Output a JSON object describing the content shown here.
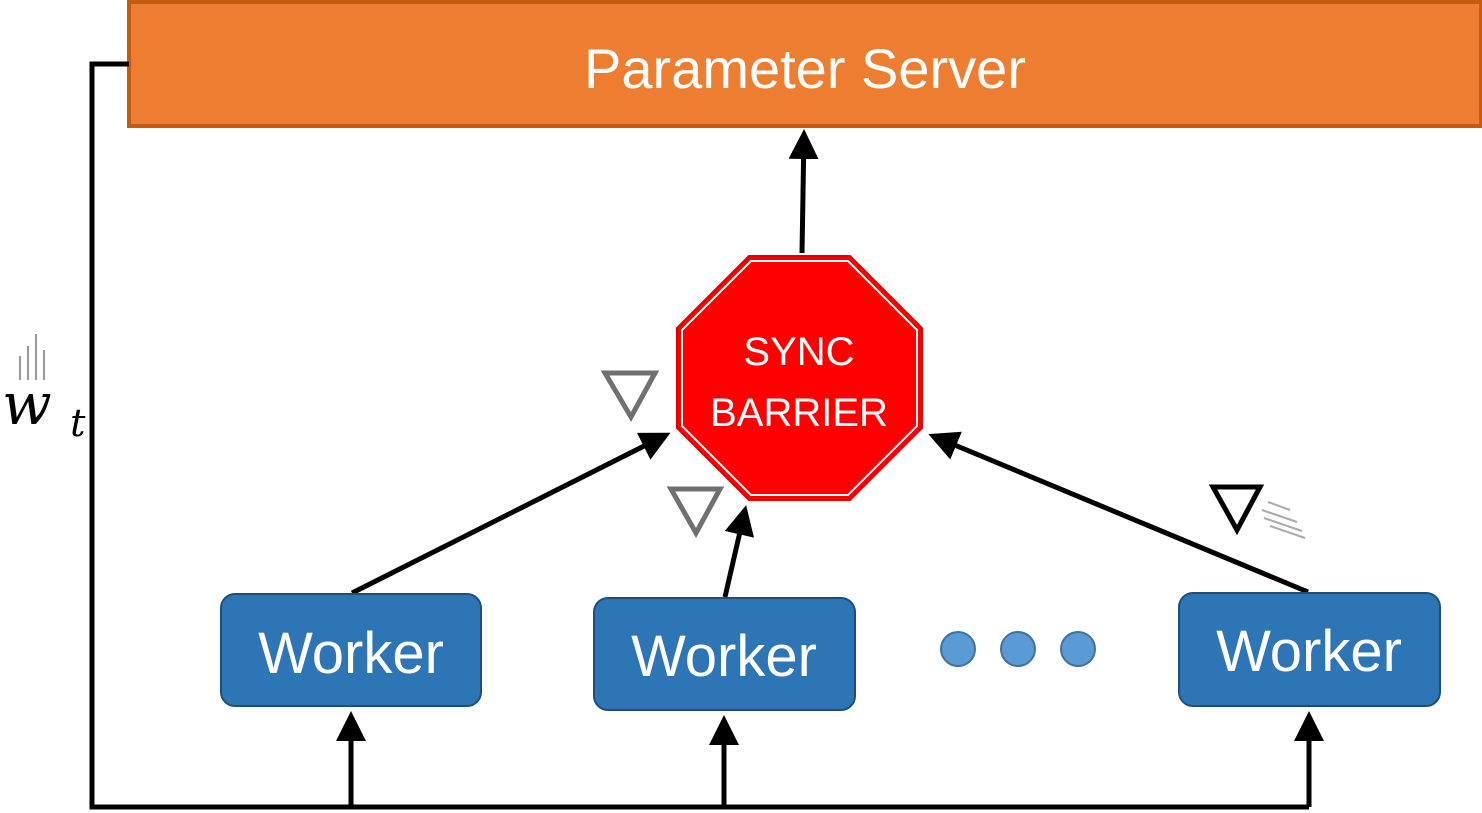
{
  "server": {
    "label": "Parameter Server"
  },
  "barrier": {
    "line1": "SYNC",
    "line2": "BARRIER",
    "color": "#FF0000"
  },
  "workers": [
    {
      "label": "Worker"
    },
    {
      "label": "Worker"
    },
    {
      "label": "Worker"
    }
  ],
  "weight_label": {
    "base": "w",
    "subscript": "t"
  },
  "gradient_symbol": "∇",
  "ellipsis_dots": 3,
  "colors": {
    "server": "#ED7D31",
    "worker": "#2E75B6",
    "dots": "#5B9BD5",
    "barrier": "#FF0000",
    "gradient_grey": "#707070"
  }
}
